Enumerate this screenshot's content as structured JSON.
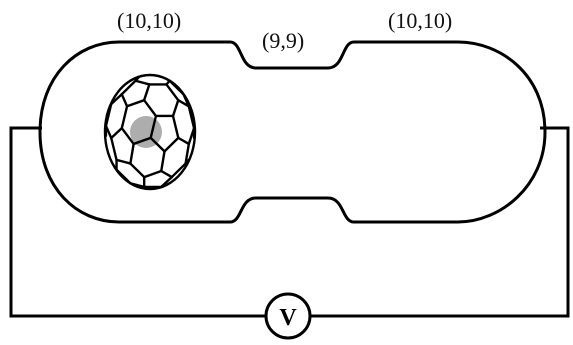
{
  "diagram": {
    "segments": {
      "left": "(10,10)",
      "middle": "(9,9)",
      "right": "(10,10)"
    },
    "voltmeter": {
      "symbol": "V"
    },
    "icons": {
      "tube": "nanotube-peapod-outline",
      "fullerene": "c60-fullerene-icon",
      "voltmeter": "voltmeter-icon"
    },
    "colors": {
      "line": "#000000",
      "highlight": "#999999",
      "background": "#ffffff"
    }
  }
}
